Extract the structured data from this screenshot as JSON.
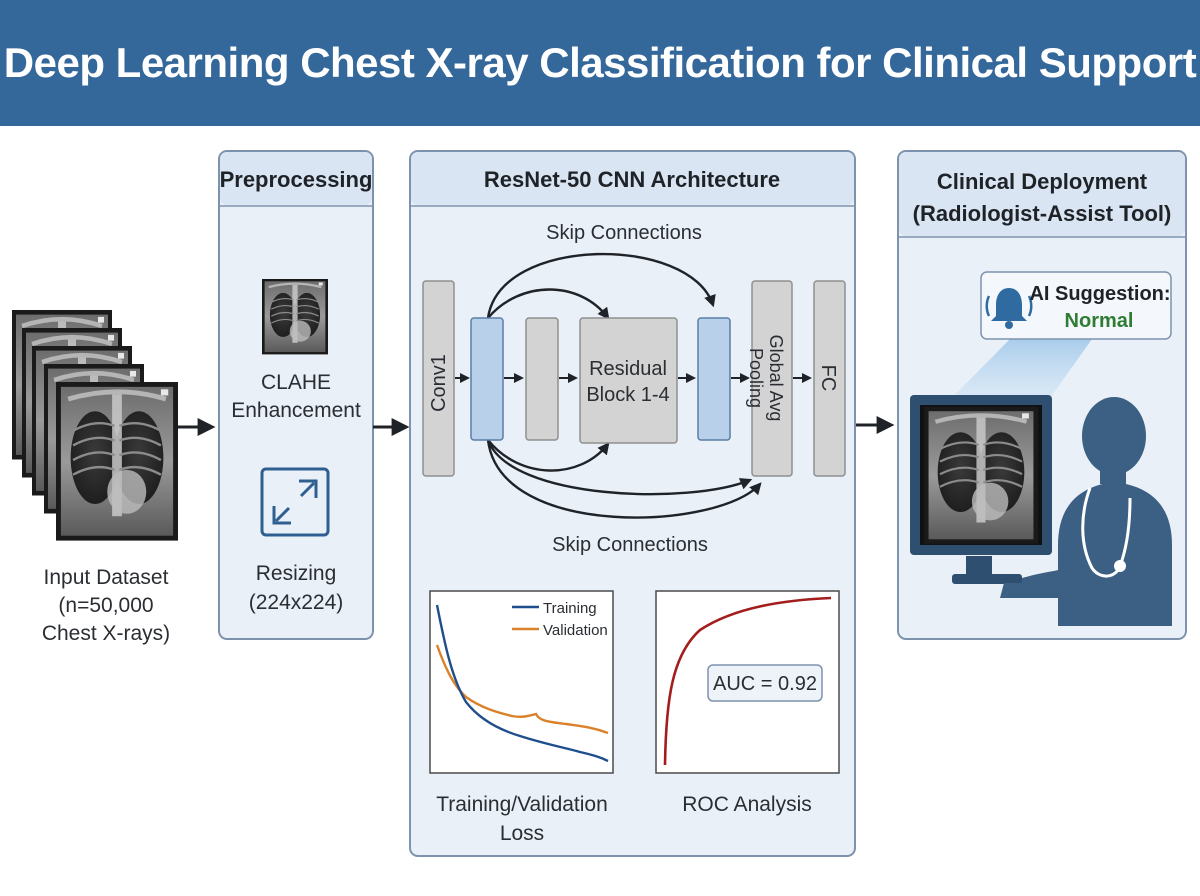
{
  "title": "Deep Learning Chest X-ray Classification for Clinical Support",
  "input": {
    "line1": "Input Dataset",
    "line2": "(n=50,000",
    "line3": "Chest X-rays)"
  },
  "preprocessing": {
    "title": "Preprocessing",
    "step1_line1": "CLAHE",
    "step1_line2": "Enhancement",
    "step2_line1": "Resizing",
    "step2_line2": "(224x224)"
  },
  "architecture": {
    "title": "ResNet-50 CNN Architecture",
    "skip_top": "Skip Connections",
    "skip_bottom": "Skip Connections",
    "conv1": "Conv1",
    "residual_line1": "Residual",
    "residual_line2": "Block 1-4",
    "pool_line1": "Global Avg",
    "pool_line2": "Pooling",
    "fc": "FC"
  },
  "loss_chart": {
    "caption_line1": "Training/Validation",
    "caption_line2": "Loss",
    "legend_training": "Training",
    "legend_validation": "Validation"
  },
  "roc_chart": {
    "caption": "ROC Analysis",
    "auc_label": "AUC = 0.92"
  },
  "deployment": {
    "title_line1": "Clinical Deployment",
    "title_line2": "(Radiologist-Assist Tool)",
    "suggestion_label": "AI Suggestion:",
    "suggestion_value": "Normal"
  },
  "colors": {
    "header_bg": "#34679a",
    "panel_bg": "#e9f0f8",
    "panel_border": "#7d93ad",
    "training": "#1f4e8c",
    "validation": "#d9822b",
    "roc": "#a31d1d",
    "normal": "#2e7d32",
    "silhouette": "#3c5f84",
    "highlight_block": "#b9d0ea"
  },
  "icons": [
    "bell-icon",
    "resize-arrows-icon",
    "doctor-silhouette-icon",
    "monitor-icon",
    "xray-thumbnail-icon"
  ]
}
